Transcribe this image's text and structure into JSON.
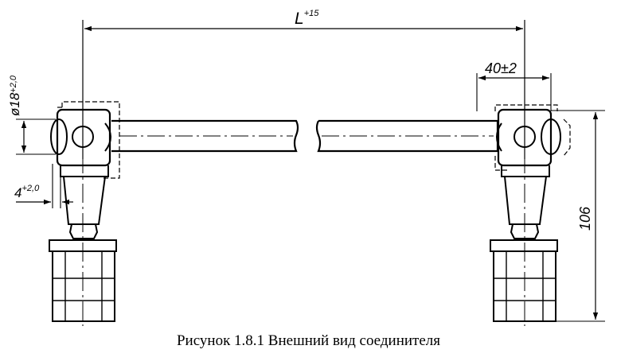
{
  "dimensions": {
    "length_label": "L",
    "length_tolerance": "+15",
    "diameter_label": "ø18",
    "diameter_tolerance": "+2,0",
    "offset_label": "4",
    "offset_tolerance": "+2,0",
    "width_label": "40±2",
    "height_label": "106"
  },
  "caption": "Рисунок 1.8.1 Внешний вид соединителя"
}
